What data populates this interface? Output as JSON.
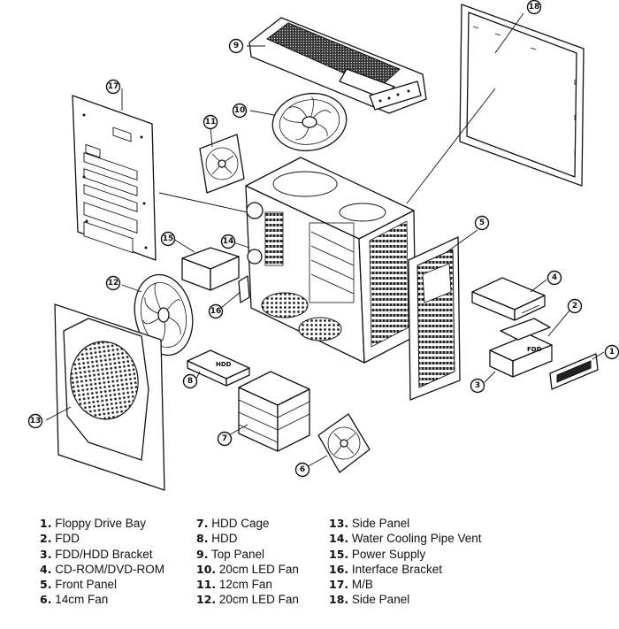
{
  "callouts": [
    "1",
    "2",
    "3",
    "4",
    "5",
    "6",
    "7",
    "8",
    "9",
    "10",
    "11",
    "12",
    "13",
    "14",
    "15",
    "16",
    "17",
    "18"
  ],
  "part_labels": {
    "hdd": "HDD",
    "fdd": "FDD"
  },
  "legend": [
    {
      "num": "1.",
      "label": "Floppy Drive Bay"
    },
    {
      "num": "2.",
      "label": "FDD"
    },
    {
      "num": "3.",
      "label": "FDD/HDD Bracket"
    },
    {
      "num": "4.",
      "label": "CD-ROM/DVD-ROM"
    },
    {
      "num": "5.",
      "label": "Front Panel"
    },
    {
      "num": "6.",
      "label": "14cm Fan"
    },
    {
      "num": "7.",
      "label": "HDD Cage"
    },
    {
      "num": "8.",
      "label": "HDD"
    },
    {
      "num": "9.",
      "label": "Top Panel"
    },
    {
      "num": "10.",
      "label": "20cm LED Fan"
    },
    {
      "num": "11.",
      "label": "12cm Fan"
    },
    {
      "num": "12.",
      "label": "20cm LED Fan"
    },
    {
      "num": "13.",
      "label": "Side Panel"
    },
    {
      "num": "14.",
      "label": "Water Cooling Pipe Vent"
    },
    {
      "num": "15.",
      "label": "Power Supply"
    },
    {
      "num": "16.",
      "label": "Interface Bracket"
    },
    {
      "num": "17.",
      "label": "M/B"
    },
    {
      "num": "18.",
      "label": "Side Panel"
    }
  ]
}
